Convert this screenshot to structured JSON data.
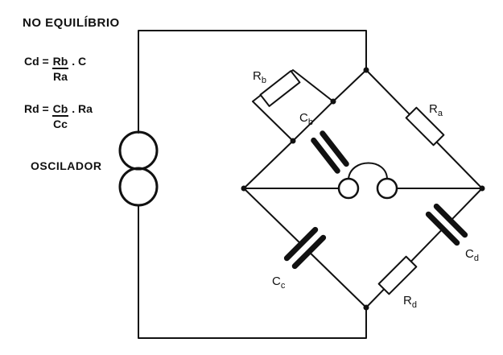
{
  "title": "NO EQUILÍBRIO",
  "formula1": {
    "lhs": "Cd =",
    "num": "Rb",
    "den": "Ra",
    "rhs": ". C"
  },
  "formula2": {
    "lhs": "Rd =",
    "num": "Cb",
    "den": "Cc",
    "rhs": ". Ra"
  },
  "oscillator_label": "OSCILADOR",
  "components": {
    "Rb": {
      "base": "R",
      "sub": "b"
    },
    "Cb": {
      "base": "C",
      "sub": "b"
    },
    "Ra": {
      "base": "R",
      "sub": "a"
    },
    "Cc": {
      "base": "C",
      "sub": "c"
    },
    "Cd": {
      "base": "C",
      "sub": "d"
    },
    "Rd": {
      "base": "R",
      "sub": "d"
    }
  },
  "colors": {
    "ink": "#111111",
    "background": "#ffffff"
  }
}
